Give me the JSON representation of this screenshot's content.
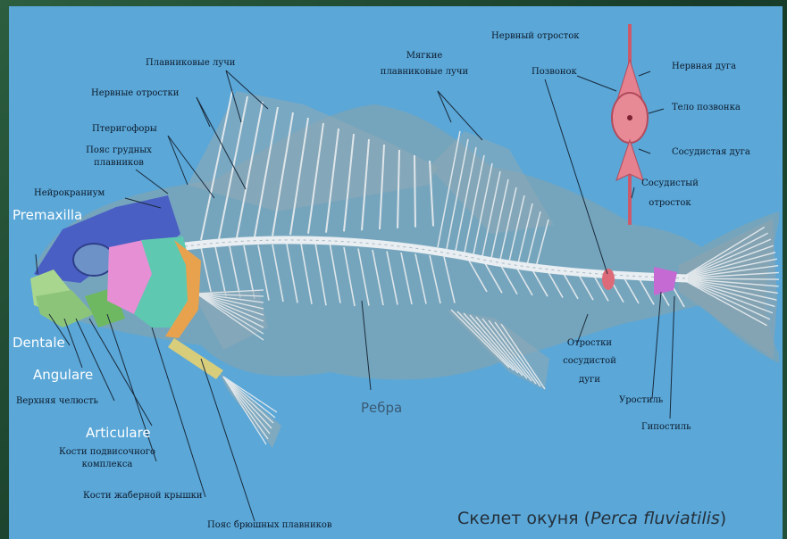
{
  "caption": {
    "prefix": "Скелет окуня (",
    "latin": "Perca fluviatilis",
    "suffix": ")"
  },
  "labels": {
    "fin_rays": "Плавниковые лучи",
    "neural_processes": "Нервные отростки",
    "pterygiophores": "Птеригофоры",
    "pectoral_girdle_1": "Пояс грудных",
    "pectoral_girdle_2": "плавников",
    "neurocranium": "Нейрокраниум",
    "premaxilla": "Premaxilla",
    "dentale": "Dentale",
    "angulare": "Angulare",
    "upper_jaw": "Верхняя челюсть",
    "articulare": "Articulare",
    "hyomandibular_1": "Кости подвисочного",
    "hyomandibular_2": "комплекса",
    "opercular": "Кости жаберной крышки",
    "pelvic_girdle": "Пояс брюшных плавников",
    "soft_rays_1": "Мягкие",
    "soft_rays_2": "плавниковые лучи",
    "vertebra": "Позвонок",
    "ribs": "Ребра",
    "haemal_processes_1": "Отростки",
    "haemal_processes_2": "сосудистой",
    "haemal_processes_3": "дуги",
    "urostyle": "Уростиль",
    "hypostyle": "Гипостиль",
    "inset_neural_spine": "Нервный отросток",
    "inset_neural_arch": "Нервная дуга",
    "inset_centrum": "Тело позвонка",
    "inset_haemal_arch": "Сосудистая дуга",
    "inset_haemal_spine_1": "Сосудистый",
    "inset_haemal_spine_2": "отросток"
  },
  "colors": {
    "background": "#5aa7d8",
    "frame": "#1d4a33",
    "body": "#7fa4b4",
    "skull_blue": "#4a5fc4",
    "jaw_green": "#9fd08a",
    "gill_cover_teal": "#5ec9b0",
    "pink": "#e78fd4",
    "orange": "#e8a24e",
    "vertebra": "#dd6a78"
  }
}
